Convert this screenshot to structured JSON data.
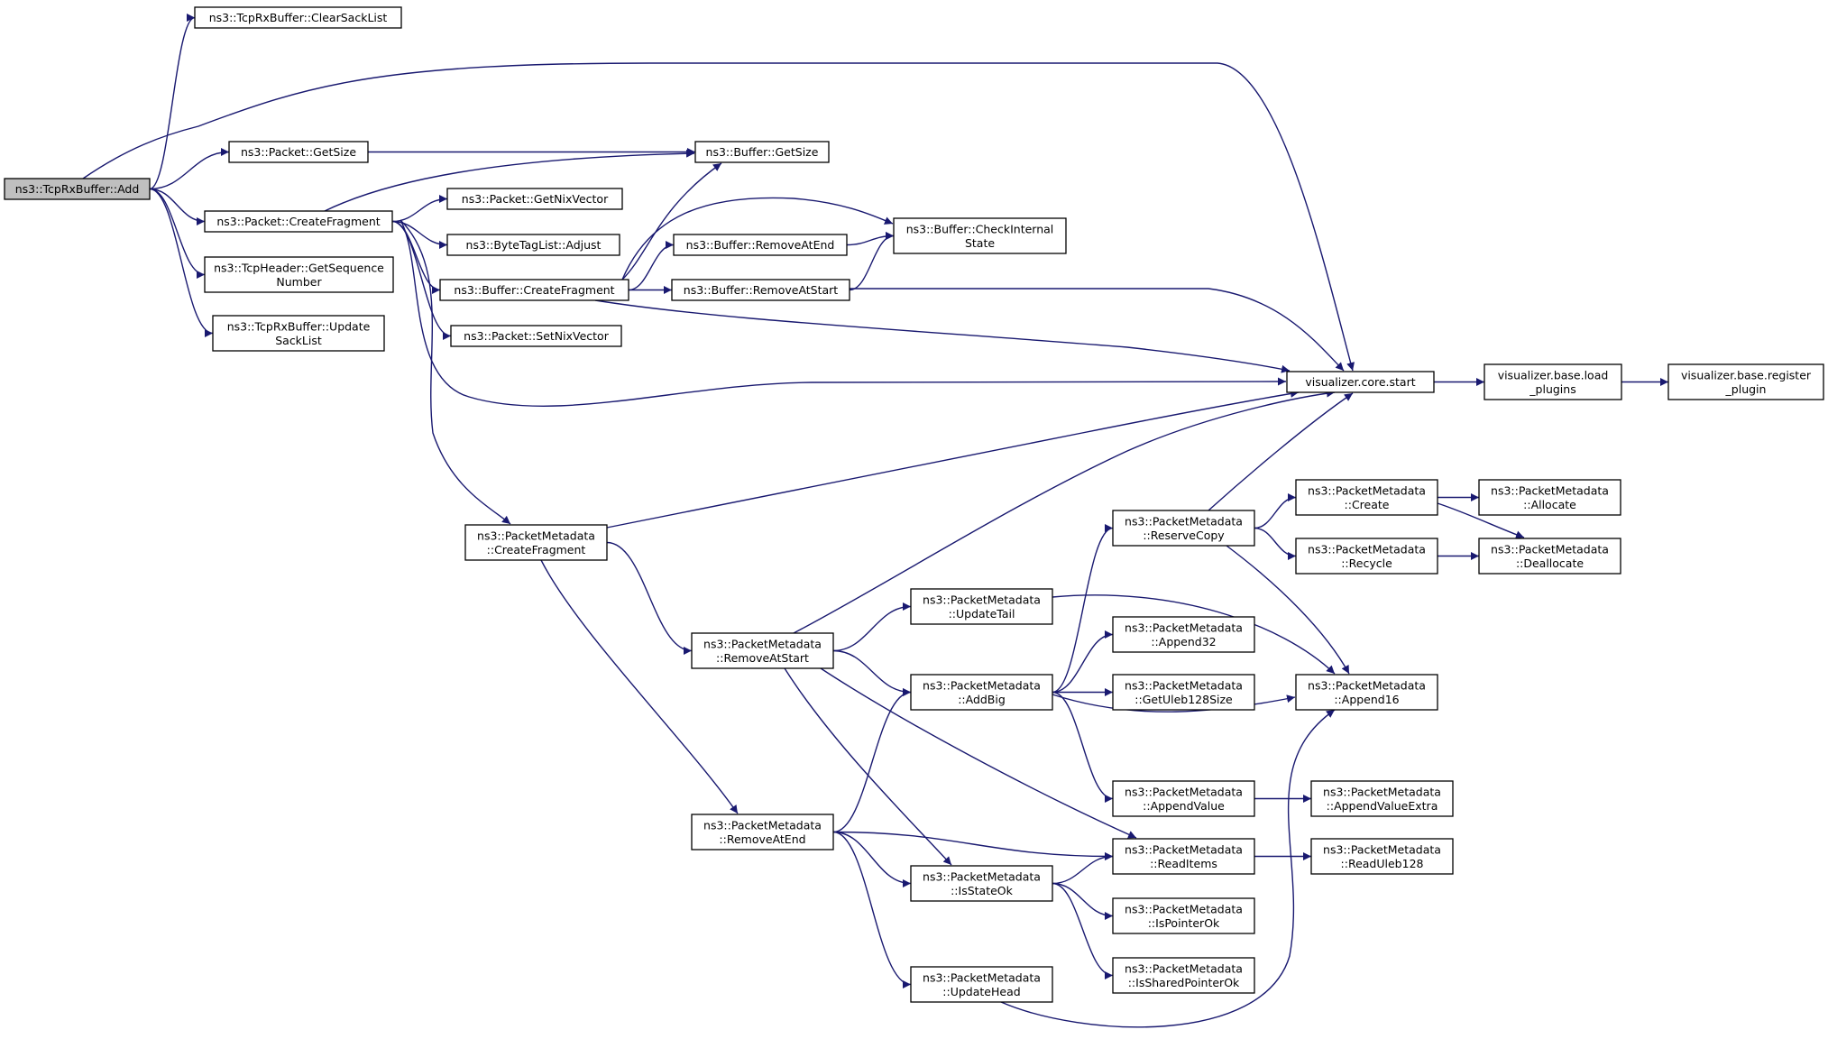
{
  "nodes": [
    {
      "id": "root",
      "lines": [
        "ns3::TcpRxBuffer::Add"
      ],
      "root": true
    },
    {
      "id": "clear_sack",
      "lines": [
        "ns3::TcpRxBuffer::ClearSackList"
      ]
    },
    {
      "id": "pkt_getsize",
      "lines": [
        "ns3::Packet::GetSize"
      ]
    },
    {
      "id": "pkt_createfrag",
      "lines": [
        "ns3::Packet::CreateFragment"
      ]
    },
    {
      "id": "tcph_getseq",
      "lines": [
        "ns3::TcpHeader::GetSequence",
        "Number"
      ]
    },
    {
      "id": "update_sack",
      "lines": [
        "ns3::TcpRxBuffer::Update",
        "SackList"
      ]
    },
    {
      "id": "buf_getsize",
      "lines": [
        "ns3::Buffer::GetSize"
      ]
    },
    {
      "id": "pkt_getnix",
      "lines": [
        "ns3::Packet::GetNixVector"
      ]
    },
    {
      "id": "btl_adjust",
      "lines": [
        "ns3::ByteTagList::Adjust"
      ]
    },
    {
      "id": "buf_createfrag",
      "lines": [
        "ns3::Buffer::CreateFragment"
      ]
    },
    {
      "id": "pkt_setnix",
      "lines": [
        "ns3::Packet::SetNixVector"
      ]
    },
    {
      "id": "buf_removeatend",
      "lines": [
        "ns3::Buffer::RemoveAtEnd"
      ]
    },
    {
      "id": "buf_removeatstart",
      "lines": [
        "ns3::Buffer::RemoveAtStart"
      ]
    },
    {
      "id": "buf_checkinternal",
      "lines": [
        "ns3::Buffer::CheckInternal",
        "State"
      ]
    },
    {
      "id": "viz_start",
      "lines": [
        "visualizer.core.start"
      ]
    },
    {
      "id": "viz_load",
      "lines": [
        "visualizer.base.load",
        "_plugins"
      ]
    },
    {
      "id": "viz_register",
      "lines": [
        "visualizer.base.register",
        "_plugin"
      ]
    },
    {
      "id": "pm_createfrag",
      "lines": [
        "ns3::PacketMetadata",
        "::CreateFragment"
      ]
    },
    {
      "id": "pm_removeatstart",
      "lines": [
        "ns3::PacketMetadata",
        "::RemoveAtStart"
      ]
    },
    {
      "id": "pm_removeatend",
      "lines": [
        "ns3::PacketMetadata",
        "::RemoveAtEnd"
      ]
    },
    {
      "id": "pm_updatetail",
      "lines": [
        "ns3::PacketMetadata",
        "::UpdateTail"
      ]
    },
    {
      "id": "pm_addbig",
      "lines": [
        "ns3::PacketMetadata",
        "::AddBig"
      ]
    },
    {
      "id": "pm_isstateok",
      "lines": [
        "ns3::PacketMetadata",
        "::IsStateOk"
      ]
    },
    {
      "id": "pm_updatehead",
      "lines": [
        "ns3::PacketMetadata",
        "::UpdateHead"
      ]
    },
    {
      "id": "pm_reservecopy",
      "lines": [
        "ns3::PacketMetadata",
        "::ReserveCopy"
      ]
    },
    {
      "id": "pm_append32",
      "lines": [
        "ns3::PacketMetadata",
        "::Append32"
      ]
    },
    {
      "id": "pm_getuleb",
      "lines": [
        "ns3::PacketMetadata",
        "::GetUleb128Size"
      ]
    },
    {
      "id": "pm_appendvalue",
      "lines": [
        "ns3::PacketMetadata",
        "::AppendValue"
      ]
    },
    {
      "id": "pm_readitems",
      "lines": [
        "ns3::PacketMetadata",
        "::ReadItems"
      ]
    },
    {
      "id": "pm_ispointerok",
      "lines": [
        "ns3::PacketMetadata",
        "::IsPointerOk"
      ]
    },
    {
      "id": "pm_issharedptr",
      "lines": [
        "ns3::PacketMetadata",
        "::IsSharedPointerOk"
      ]
    },
    {
      "id": "pm_create",
      "lines": [
        "ns3::PacketMetadata",
        "::Create"
      ]
    },
    {
      "id": "pm_recycle",
      "lines": [
        "ns3::PacketMetadata",
        "::Recycle"
      ]
    },
    {
      "id": "pm_append16",
      "lines": [
        "ns3::PacketMetadata",
        "::Append16"
      ]
    },
    {
      "id": "pm_appendvalueextra",
      "lines": [
        "ns3::PacketMetadata",
        "::AppendValueExtra"
      ]
    },
    {
      "id": "pm_readuleb",
      "lines": [
        "ns3::PacketMetadata",
        "::ReadUleb128"
      ]
    },
    {
      "id": "pm_allocate",
      "lines": [
        "ns3::PacketMetadata",
        "::Allocate"
      ]
    },
    {
      "id": "pm_deallocate",
      "lines": [
        "ns3::PacketMetadata",
        "::Deallocate"
      ]
    }
  ],
  "edges": [
    [
      "root",
      "clear_sack"
    ],
    [
      "root",
      "pkt_getsize"
    ],
    [
      "root",
      "pkt_createfrag"
    ],
    [
      "root",
      "tcph_getseq"
    ],
    [
      "root",
      "update_sack"
    ],
    [
      "root",
      "viz_start"
    ],
    [
      "pkt_getsize",
      "buf_getsize"
    ],
    [
      "pkt_createfrag",
      "buf_getsize"
    ],
    [
      "pkt_createfrag",
      "pkt_getnix"
    ],
    [
      "pkt_createfrag",
      "btl_adjust"
    ],
    [
      "pkt_createfrag",
      "buf_createfrag"
    ],
    [
      "pkt_createfrag",
      "pkt_setnix"
    ],
    [
      "pkt_createfrag",
      "viz_start"
    ],
    [
      "pkt_createfrag",
      "pm_createfrag"
    ],
    [
      "buf_createfrag",
      "buf_getsize"
    ],
    [
      "buf_createfrag",
      "buf_checkinternal"
    ],
    [
      "buf_createfrag",
      "buf_removeatend"
    ],
    [
      "buf_createfrag",
      "buf_removeatstart"
    ],
    [
      "buf_createfrag",
      "viz_start"
    ],
    [
      "buf_removeatend",
      "buf_checkinternal"
    ],
    [
      "buf_removeatstart",
      "buf_checkinternal"
    ],
    [
      "buf_removeatstart",
      "viz_start"
    ],
    [
      "viz_start",
      "viz_load"
    ],
    [
      "viz_load",
      "viz_register"
    ],
    [
      "pm_createfrag",
      "viz_start"
    ],
    [
      "pm_createfrag",
      "pm_removeatstart"
    ],
    [
      "pm_createfrag",
      "pm_removeatend"
    ],
    [
      "pm_removeatstart",
      "viz_start"
    ],
    [
      "pm_removeatstart",
      "pm_updatetail"
    ],
    [
      "pm_removeatstart",
      "pm_addbig"
    ],
    [
      "pm_removeatstart",
      "pm_readitems"
    ],
    [
      "pm_removeatstart",
      "pm_isstateok"
    ],
    [
      "pm_removeatend",
      "pm_addbig"
    ],
    [
      "pm_removeatend",
      "pm_readitems"
    ],
    [
      "pm_removeatend",
      "pm_isstateok"
    ],
    [
      "pm_removeatend",
      "pm_updatehead"
    ],
    [
      "pm_updatetail",
      "pm_append16"
    ],
    [
      "pm_addbig",
      "pm_reservecopy"
    ],
    [
      "pm_addbig",
      "pm_append32"
    ],
    [
      "pm_addbig",
      "pm_getuleb"
    ],
    [
      "pm_addbig",
      "pm_append16"
    ],
    [
      "pm_addbig",
      "pm_appendvalue"
    ],
    [
      "pm_isstateok",
      "pm_readitems"
    ],
    [
      "pm_isstateok",
      "pm_ispointerok"
    ],
    [
      "pm_isstateok",
      "pm_issharedptr"
    ],
    [
      "pm_updatehead",
      "pm_append16"
    ],
    [
      "pm_reservecopy",
      "viz_start"
    ],
    [
      "pm_reservecopy",
      "pm_create"
    ],
    [
      "pm_reservecopy",
      "pm_recycle"
    ],
    [
      "pm_reservecopy",
      "pm_append16"
    ],
    [
      "pm_appendvalue",
      "pm_appendvalueextra"
    ],
    [
      "pm_readitems",
      "pm_readuleb"
    ],
    [
      "pm_create",
      "pm_allocate"
    ],
    [
      "pm_create",
      "pm_deallocate"
    ],
    [
      "pm_recycle",
      "pm_deallocate"
    ]
  ]
}
